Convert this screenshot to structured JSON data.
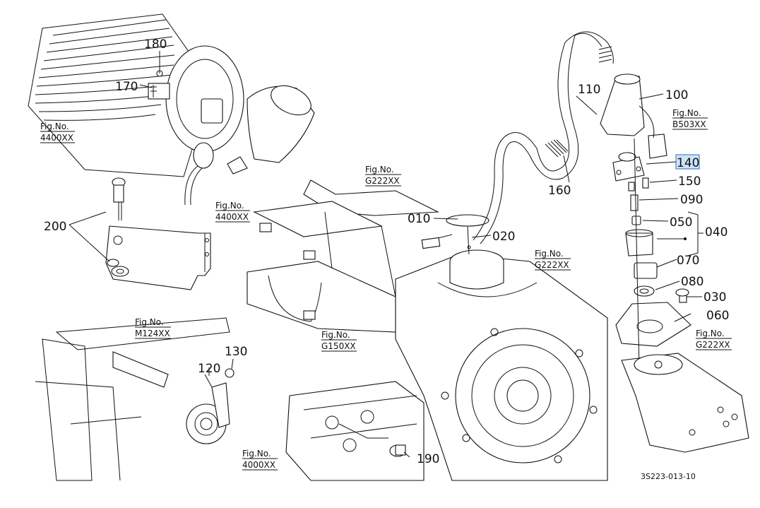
{
  "diagram": {
    "part_labels": {
      "p180": "180",
      "p170": "170",
      "p200": "200",
      "p110": "110",
      "p100": "100",
      "p140": "140",
      "p150": "150",
      "p160": "160",
      "p090": "090",
      "p010": "010",
      "p020": "020",
      "p050": "050",
      "p040": "040",
      "p070": "070",
      "p080": "080",
      "p030": "030",
      "p060": "060",
      "p130": "130",
      "p120": "120",
      "p190": "190"
    },
    "fig_refs": {
      "f4400_a": {
        "title": "Fig.No.",
        "code": "4400XX"
      },
      "f4400_b": {
        "title": "Fig.No.",
        "code": "4400XX"
      },
      "fG222_a": {
        "title": "Fig.No.",
        "code": "G222XX"
      },
      "fG222_b": {
        "title": "Fig.No.",
        "code": "G222XX"
      },
      "fG222_c": {
        "title": "Fig.No.",
        "code": "G222XX"
      },
      "fB503": {
        "title": "Fig.No.",
        "code": "B503XX"
      },
      "fG150": {
        "title": "Fig.No.",
        "code": "G150XX"
      },
      "fM124": {
        "title": "Fig.No.",
        "code": "M124XX"
      },
      "f4000": {
        "title": "Fig.No.",
        "code": "4000XX"
      }
    },
    "highlighted_part": "140",
    "highlight_color": "#cfe3f7",
    "drawing_code": "3S223-013-10"
  }
}
